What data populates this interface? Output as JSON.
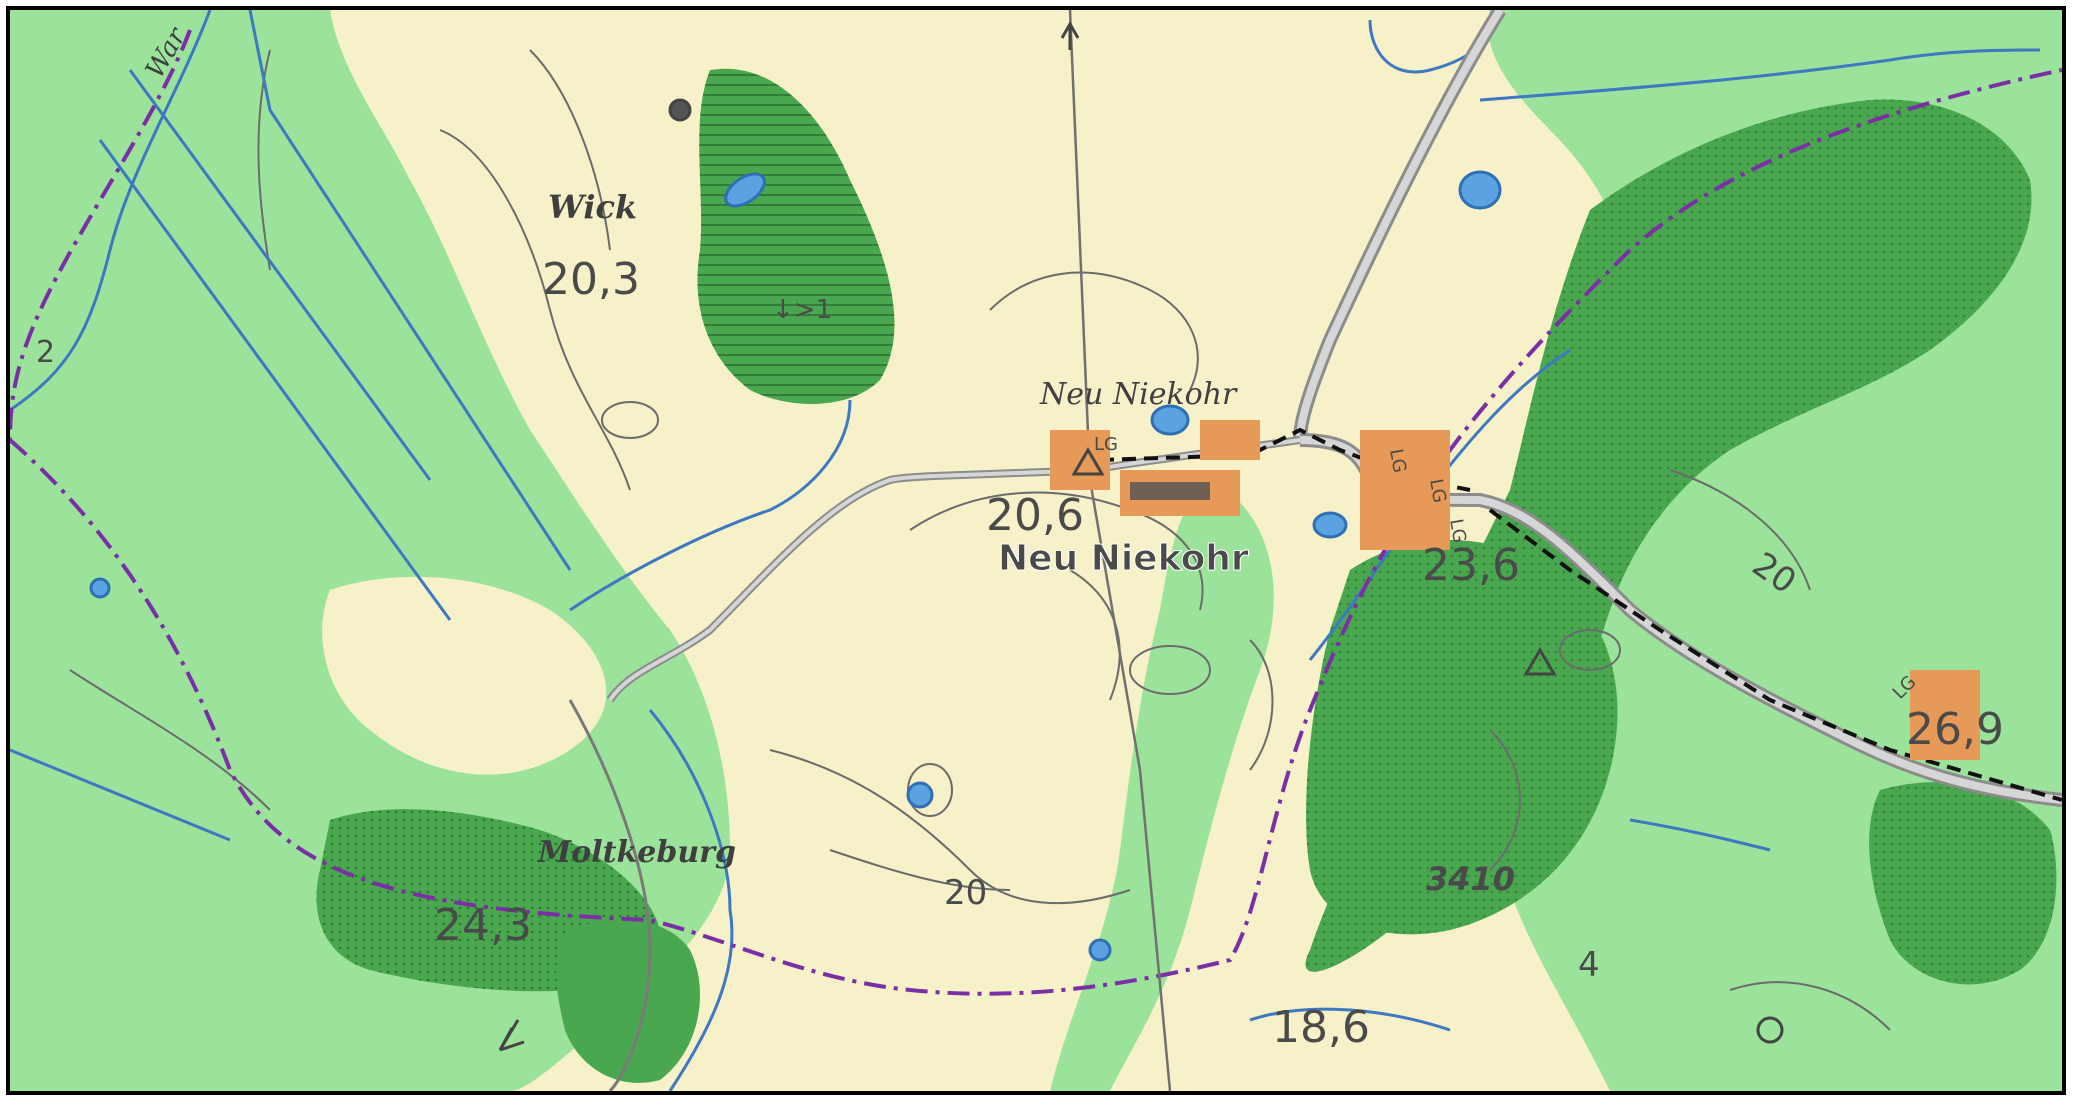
{
  "map": {
    "place_labels": {
      "wick": "Wick",
      "neu_niekohr_italic": "Neu Niekohr",
      "neu_niekohr_bold": "Neu Niekohr",
      "moltkeburg": "Moltkeburg"
    },
    "elevations": {
      "wick": "20,3",
      "neu_niekohr": "20,6",
      "moltkeburg": "24,3",
      "forest_east": "23,6",
      "south": "18,6",
      "far_east": "26,9"
    },
    "contour_labels": {
      "c20_center": "20",
      "c20_east": "20",
      "c4_southeast": "4",
      "c2_west": "2"
    },
    "forest_ids": {
      "wald_3410": "3410"
    },
    "misc_labels": {
      "pond_depth": "↓>1",
      "partial_river": "War",
      "lg_marks": [
        "LG",
        "LG",
        "LG",
        "LG",
        "LG"
      ]
    },
    "colors": {
      "open_land": "#f6f1c8",
      "meadow": "#9be39b",
      "forest": "#49a84f",
      "water": "#5aa3e0",
      "settlement": "#e79a57",
      "road": "#b9b9b9",
      "border": "#7b2fa6",
      "contour": "#6b6b6b"
    }
  }
}
